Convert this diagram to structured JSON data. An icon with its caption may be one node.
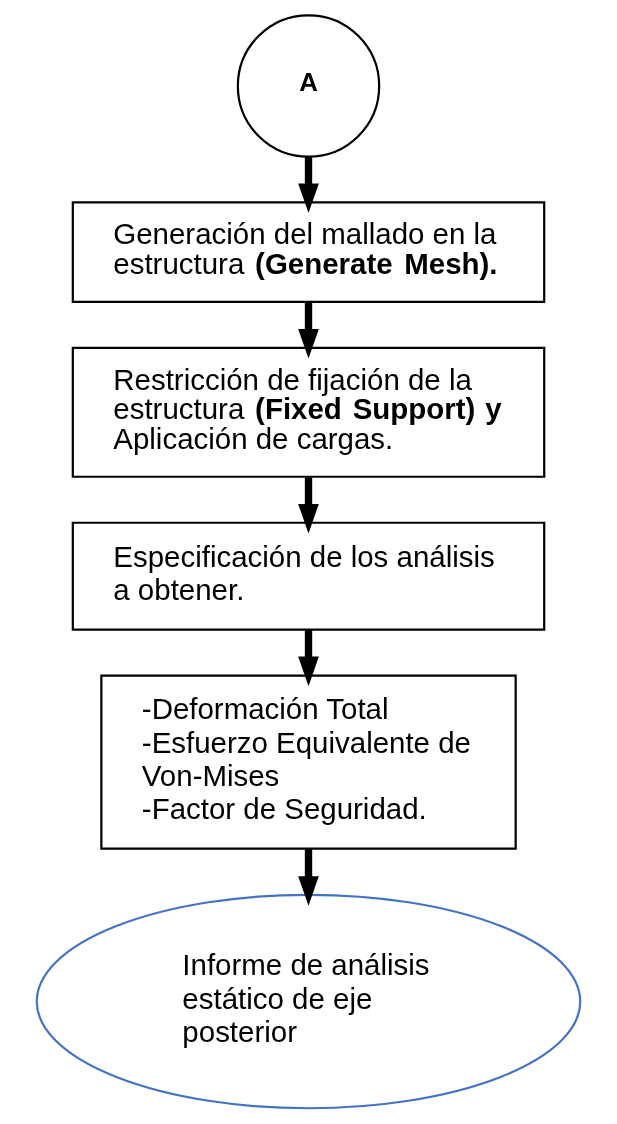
{
  "diagram": {
    "nodes": [
      {
        "text": [
          "A"
        ]
      },
      {
        "text": [
          "Generación del mallado en la estructura **(Generate Mesh).**"
        ]
      },
      {
        "text": [
          "Restricción de fijación de la estructura **(Fixed Support) y** Aplicación de cargas."
        ]
      },
      {
        "text": [
          "Especificación de los análisis a obtener."
        ]
      },
      {
        "text": [
          "-Deformación Total",
          "-Esfuerzo Equivalente de Von-Mises",
          "-Factor de Seguridad."
        ]
      },
      {
        "text": [
          "Informe de análisis estático de eje posterior"
        ]
      }
    ],
    "edges": [
      {
        "from": 0,
        "to": 1,
        "arrow": "to"
      },
      {
        "from": 1,
        "to": 2,
        "arrow": "to"
      },
      {
        "from": 2,
        "to": 3,
        "arrow": "to"
      },
      {
        "from": 3,
        "to": 4,
        "arrow": "to"
      },
      {
        "from": 4,
        "to": 5,
        "arrow": "to"
      }
    ]
  }
}
